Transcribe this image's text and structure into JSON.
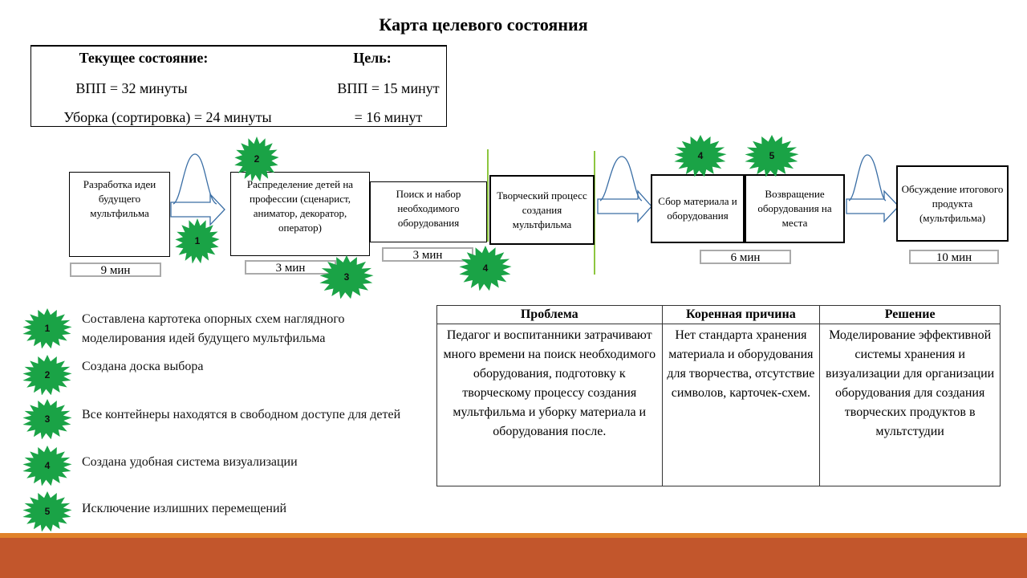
{
  "title": "Карта целевого состояния",
  "state_box": {
    "current_header": "Текущее  состояние:",
    "goal_header": "Цель:",
    "current_vpp": "ВПП = 32 минуты",
    "goal_vpp": "ВПП = 15 минут",
    "current_cleanup": "Уборка (сортировка)  = 24 минуты",
    "goal_cleanup": "= 16 минут"
  },
  "process_steps": [
    {
      "label": "Разработка идеи будущего мультфильма"
    },
    {
      "label": "Распределение детей на профессии (сценарист, аниматор, декоратор, оператор)"
    },
    {
      "label": "Поиск  и набор необходимого оборудования"
    },
    {
      "label": "Творческий процесс создания мультфильма"
    },
    {
      "label": "Сбор материала и оборудования"
    },
    {
      "label": "Возвращение оборудования на места"
    },
    {
      "label": "Обсуждение итогового продукта (мультфильма)"
    }
  ],
  "times": [
    "9 мин",
    "3 мин",
    "3 мин",
    "6 мин",
    "10 мин"
  ],
  "stars": [
    "1",
    "2",
    "3",
    "4",
    "5"
  ],
  "legend": [
    {
      "num": "1",
      "text": "Составлена картотека опорных схем наглядного моделирования идей будущего мультфильма"
    },
    {
      "num": "2",
      "text": "Создана доска выбора"
    },
    {
      "num": "3",
      "text": "Все контейнеры находятся в свободном доступе для детей"
    },
    {
      "num": "4",
      "text": "Создана удобная система визуализации"
    },
    {
      "num": "5",
      "text": "Исключение излишних перемещений"
    }
  ],
  "table": {
    "headers": [
      "Проблема",
      "Коренная причина",
      "Решение"
    ],
    "problem": "Педагог и воспитанники затрачивают много времени на поиск необходимого оборудования, подготовку к творческому процессу создания мультфильма  и  уборку материала и оборудования после.",
    "cause": "Нет стандарта хранения материала и оборудования для творчества, отсутствие символов, карточек-схем.",
    "solution": "Моделирование эффективной системы хранения и визуализации для организации оборудования для создания творческих продуктов в мультстудии"
  },
  "colors": {
    "star_green": "#1aa346",
    "arrow_blue": "#3a6ea5",
    "divider_green": "#8dc63f",
    "footer_orange": "#e0822a",
    "footer_brown": "#c2562c"
  }
}
